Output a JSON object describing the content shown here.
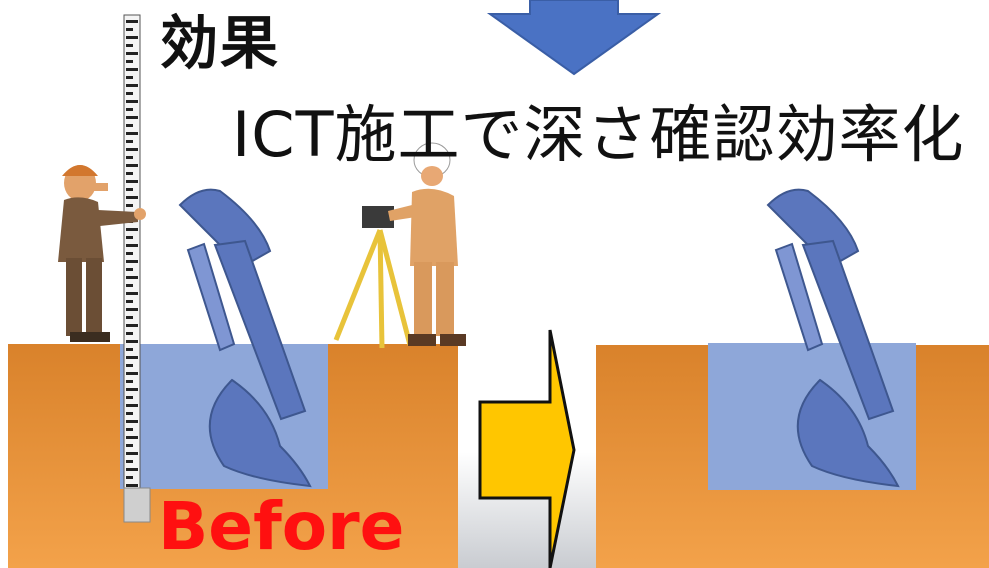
{
  "heading": "効果",
  "subheading": "ICT施工で深さ確認効率化",
  "before_label": "Before",
  "colors": {
    "soil_top": "#d9822b",
    "soil_bottom": "#f3a24a",
    "pit_water": "#8ea7d9",
    "arrow_blue": "#4a72c4",
    "arrow_yellow": "#ffc600",
    "before_text": "#ff1010"
  },
  "icons": [
    "surveyor-with-staff",
    "surveyor-with-level",
    "excavator-arm",
    "excavator-arm",
    "down-arrow",
    "right-arrow"
  ]
}
